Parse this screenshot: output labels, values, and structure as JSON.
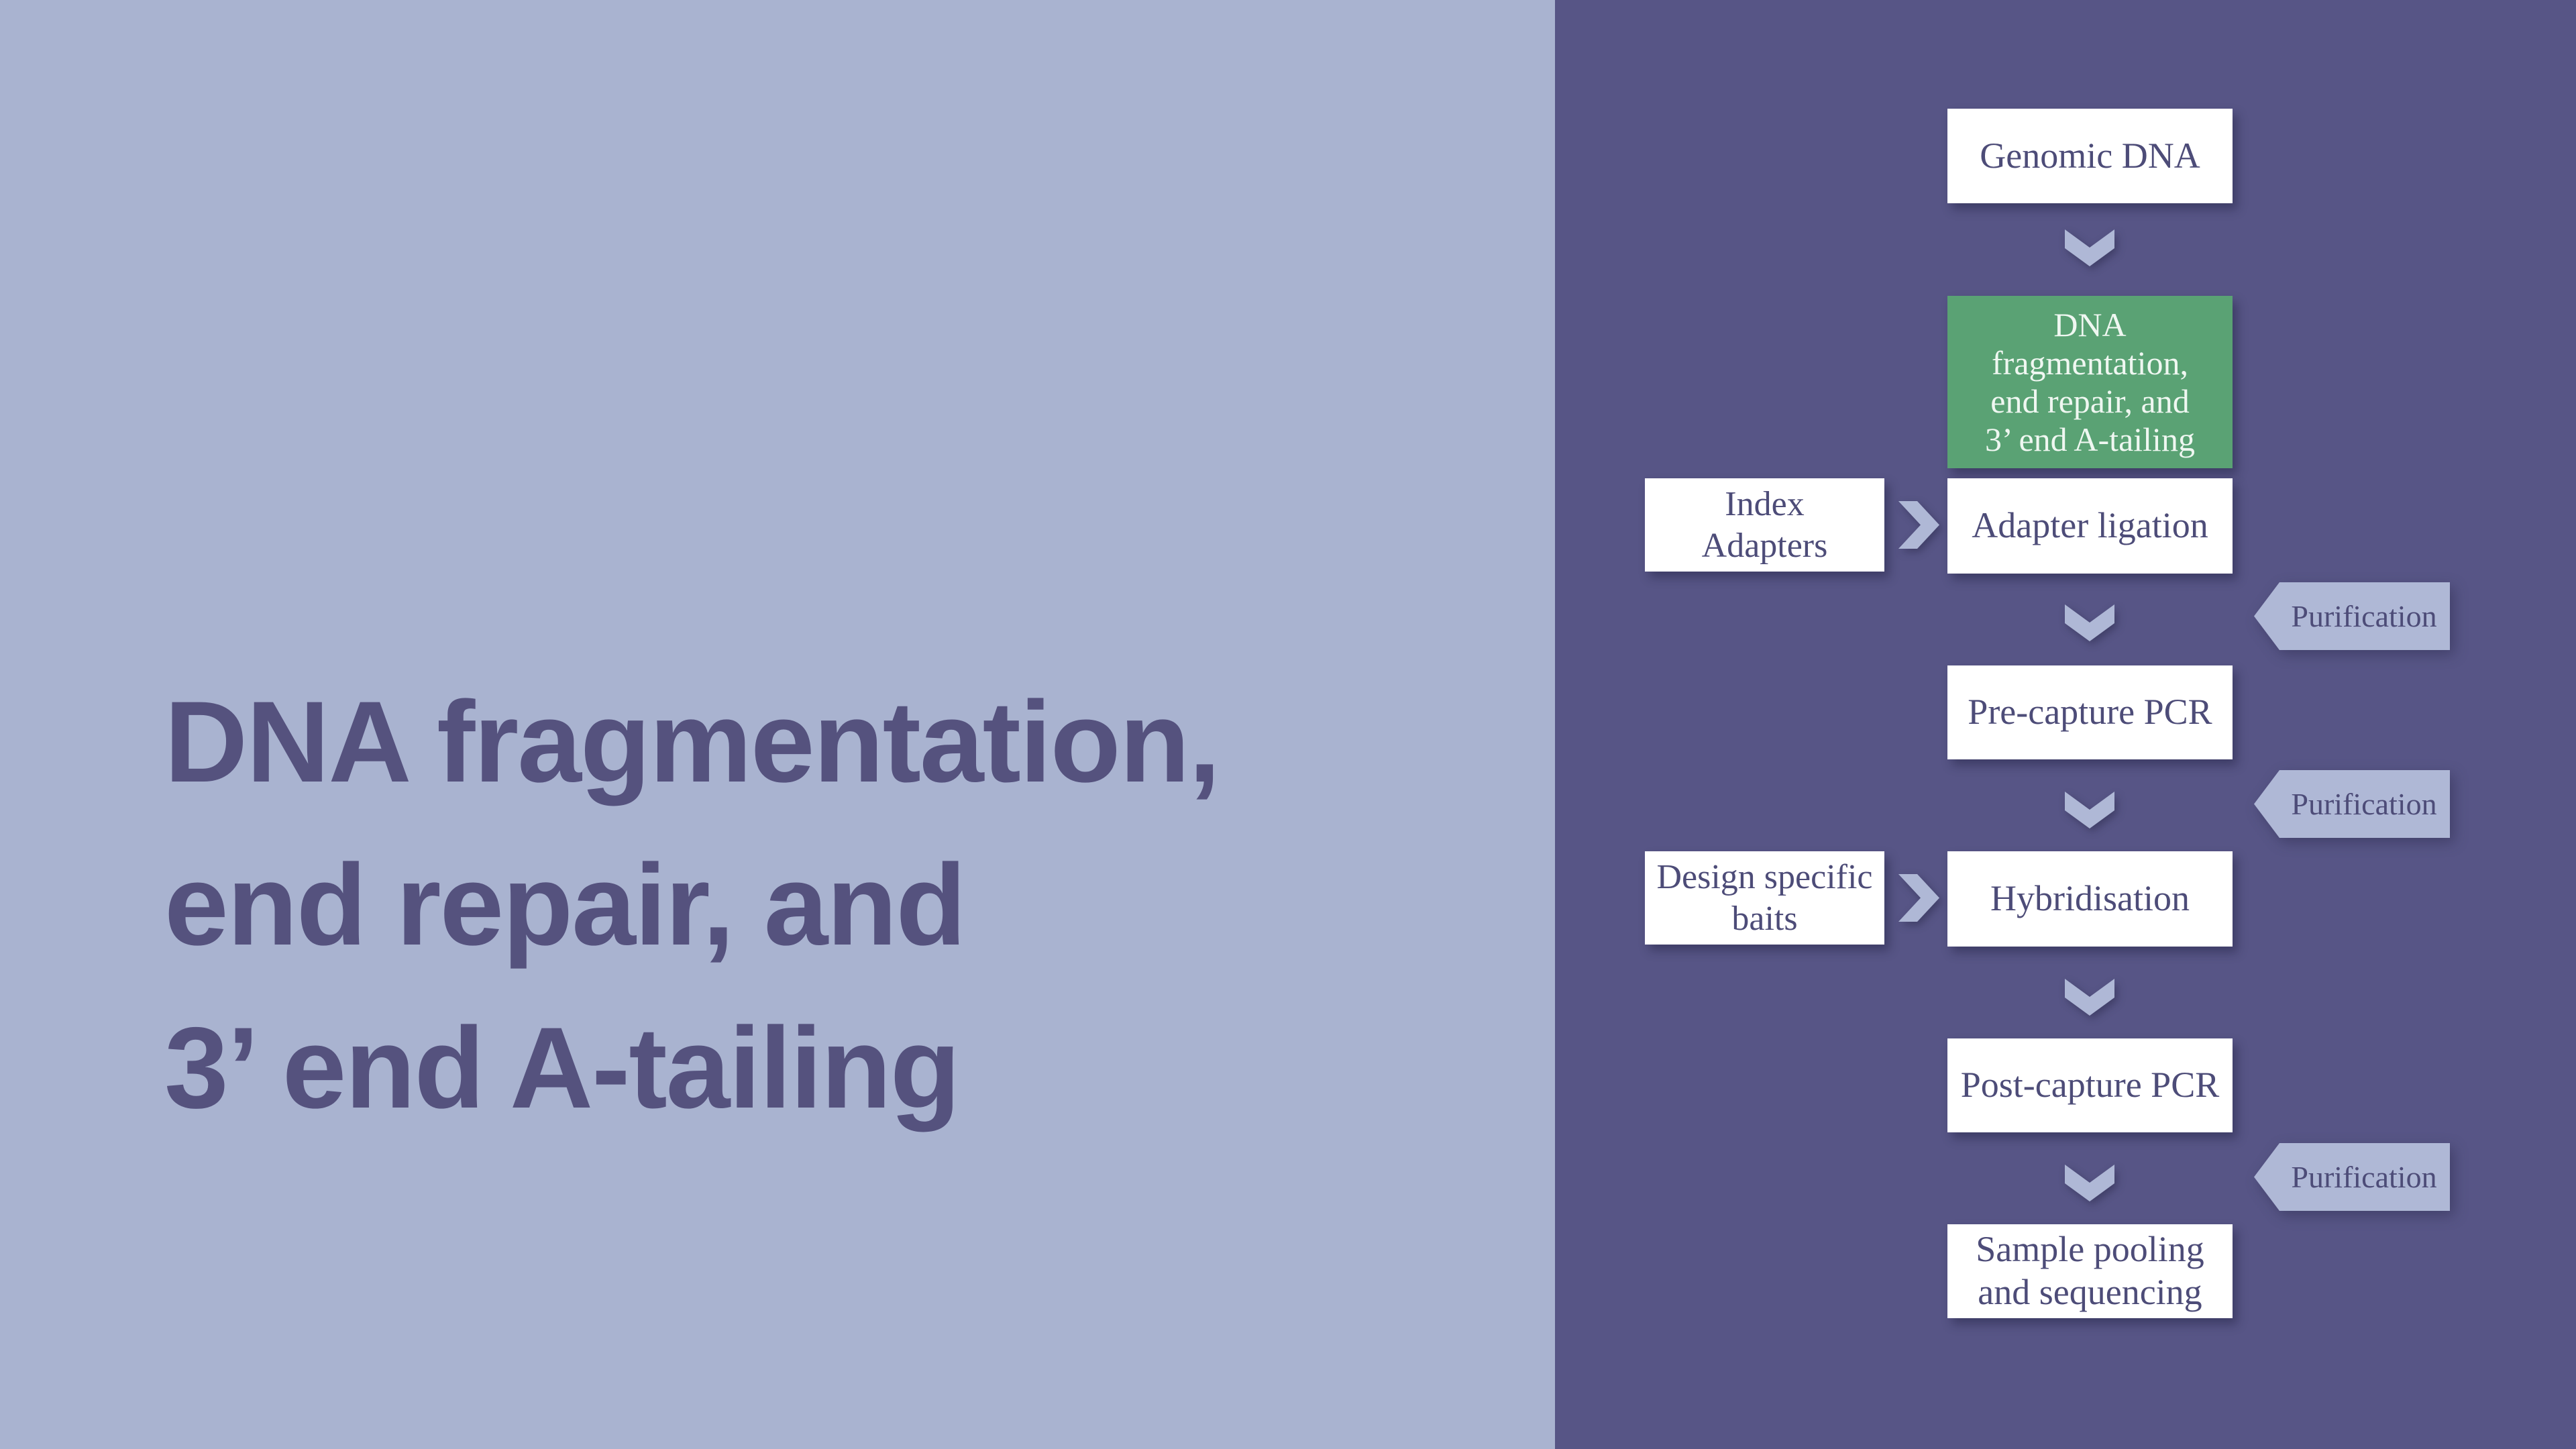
{
  "slide": {
    "title": "DNA fragmentation,\nend repair, and\n3’ end A-tailing"
  },
  "colors": {
    "left_bg": "#A9B3D0",
    "right_bg": "#575586",
    "box_bg": "#FFFFFF",
    "box_text": "#4D4C78",
    "highlight_bg": "#5AA274",
    "highlight_text": "#EFF7F1",
    "connector": "#AFB8D6",
    "title_text": "#55527E"
  },
  "flowchart": {
    "steps": [
      {
        "label": "Genomic DNA",
        "highlighted": false
      },
      {
        "label": "DNA\nfragmentation,\nend repair, and\n3’ end A-tailing",
        "highlighted": true
      },
      {
        "label": "Adapter ligation",
        "highlighted": false
      },
      {
        "label": "Pre-capture PCR",
        "highlighted": false
      },
      {
        "label": "Hybridisation",
        "highlighted": false
      },
      {
        "label": "Post-capture PCR",
        "highlighted": false
      },
      {
        "label": "Sample pooling\nand sequencing",
        "highlighted": false
      }
    ],
    "inputs": [
      {
        "label": "Index\nAdapters"
      },
      {
        "label": "Design specific\nbaits"
      }
    ],
    "tags": [
      {
        "label": "Purification"
      },
      {
        "label": "Purification"
      },
      {
        "label": "Purification"
      }
    ]
  }
}
